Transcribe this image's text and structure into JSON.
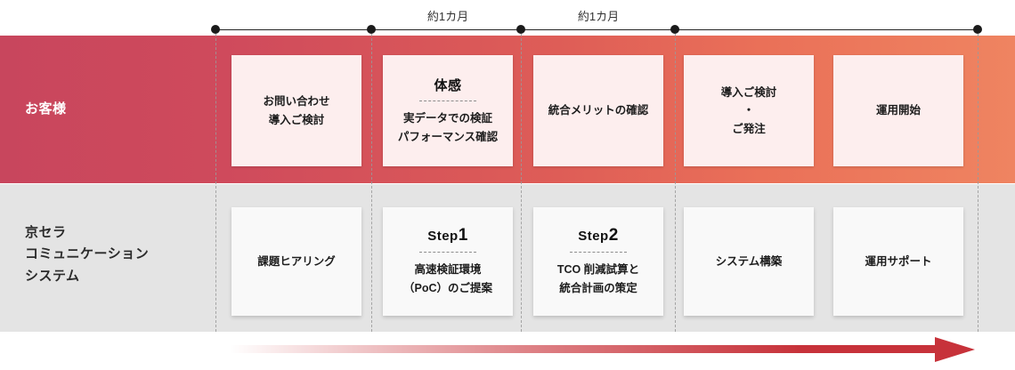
{
  "diagram": {
    "title_rows": {
      "customer": "お客様",
      "provider": "京セラ\nコミュニケーション\nシステム"
    },
    "timeline": {
      "durations": [
        "約1カ月",
        "約1カ月"
      ],
      "marker_count": 5
    },
    "arrow": {
      "direction": "right",
      "color": "#c7323a"
    },
    "colors": {
      "band_customer_start": "#c8465d",
      "band_customer_end": "#ef8461",
      "band_provider": "#e4e4e4",
      "card_top_bg": "#fdeeee",
      "card_bottom_bg": "#f9f9f9",
      "arrow": "#c7323a",
      "divider": "#9a9a9a"
    },
    "customer_steps": [
      {
        "title": "",
        "body": "お問い合わせ\n導入ご検討"
      },
      {
        "title": "体感",
        "body": "実データでの検証\nパフォーマンス確認"
      },
      {
        "title": "",
        "body": "統合メリットの確認"
      },
      {
        "title": "",
        "body": "導入ご検討\n・\nご発注"
      },
      {
        "title": "",
        "body": "運用開始"
      }
    ],
    "provider_steps": [
      {
        "title": "",
        "title_num": "",
        "body": "課題ヒアリング"
      },
      {
        "title": "Step",
        "title_num": "1",
        "body": "高速検証環境\n（PoC）のご提案"
      },
      {
        "title": "Step",
        "title_num": "2",
        "body": "TCO 削減試算と\n統合計画の策定"
      },
      {
        "title": "",
        "title_num": "",
        "body": "システム構築"
      },
      {
        "title": "",
        "title_num": "",
        "body": "運用サポート"
      }
    ]
  }
}
